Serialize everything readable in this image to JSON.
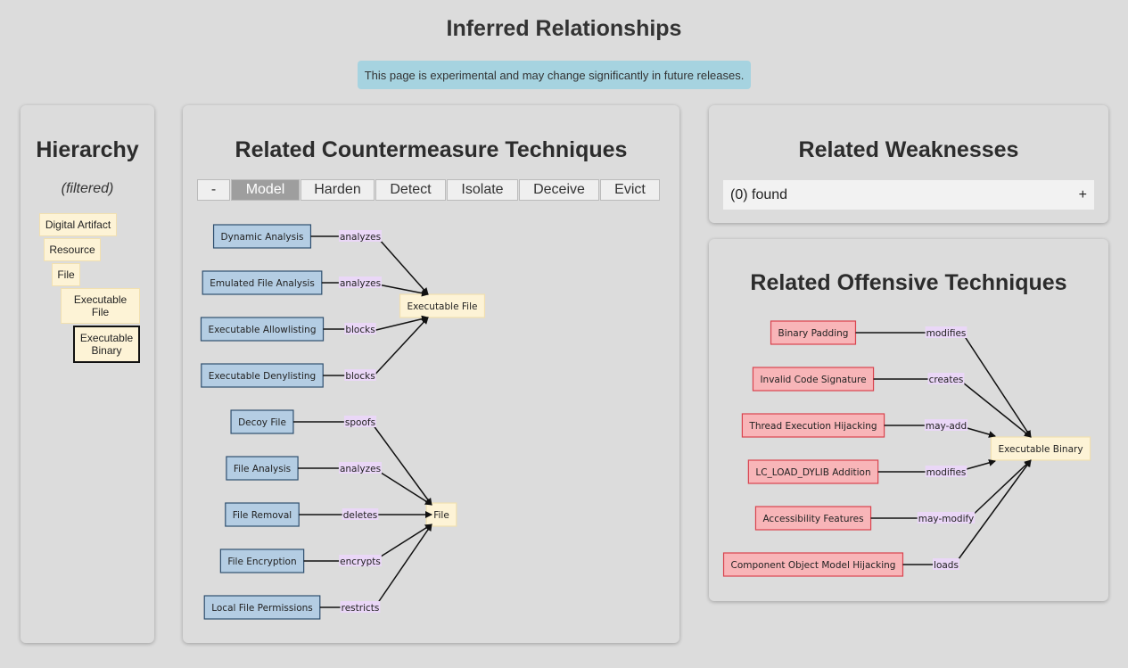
{
  "page": {
    "title": "Inferred Relationships",
    "banner": "This page is experimental and may change significantly in future releases."
  },
  "hierarchy": {
    "title": "Hierarchy",
    "subtitle": "(filtered)",
    "items": [
      {
        "label": "Digital Artifact"
      },
      {
        "label": "Resource"
      },
      {
        "label": "File"
      },
      {
        "label": "Executable File"
      },
      {
        "label": "Executable Binary",
        "selected": true
      }
    ]
  },
  "countermeasures": {
    "title": "Related Countermeasure Techniques",
    "tabs": [
      {
        "label": "-"
      },
      {
        "label": "Model",
        "active": true
      },
      {
        "label": "Harden"
      },
      {
        "label": "Detect"
      },
      {
        "label": "Isolate"
      },
      {
        "label": "Deceive"
      },
      {
        "label": "Evict"
      }
    ],
    "groups": [
      {
        "target": "Executable File",
        "edges": [
          {
            "source": "Dynamic Analysis",
            "relation": "analyzes"
          },
          {
            "source": "Emulated File Analysis",
            "relation": "analyzes"
          },
          {
            "source": "Executable Allowlisting",
            "relation": "blocks"
          },
          {
            "source": "Executable Denylisting",
            "relation": "blocks"
          }
        ]
      },
      {
        "target": "File",
        "edges": [
          {
            "source": "Decoy File",
            "relation": "spoofs"
          },
          {
            "source": "File Analysis",
            "relation": "analyzes"
          },
          {
            "source": "File Removal",
            "relation": "deletes"
          },
          {
            "source": "File Encryption",
            "relation": "encrypts"
          },
          {
            "source": "Local File Permissions",
            "relation": "restricts"
          }
        ]
      }
    ]
  },
  "weaknesses": {
    "title": "Related Weaknesses",
    "found_label": "(0) found",
    "expand_label": "+"
  },
  "offensive": {
    "title": "Related Offensive Techniques",
    "target": "Executable Binary",
    "edges": [
      {
        "source": "Binary Padding",
        "relation": "modifies"
      },
      {
        "source": "Invalid Code Signature",
        "relation": "creates"
      },
      {
        "source": "Thread Execution Hijacking",
        "relation": "may-add"
      },
      {
        "source": "LC_LOAD_DYLIB Addition",
        "relation": "modifies"
      },
      {
        "source": "Accessibility Features",
        "relation": "may-modify"
      },
      {
        "source": "Component Object Model Hijacking",
        "relation": "loads"
      }
    ]
  },
  "colors": {
    "defensive_node_fill": "#b4cde3",
    "defensive_node_stroke": "#2f4f6f",
    "offensive_node_fill": "#f8b5b8",
    "offensive_node_stroke": "#d9434e",
    "target_node_fill": "#fdf3d6",
    "target_node_stroke": "#f1e0b0",
    "relation_label_bg": "#ead7f7",
    "edge": "#111111"
  }
}
